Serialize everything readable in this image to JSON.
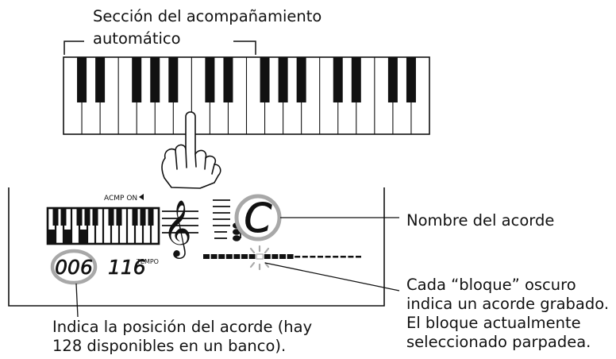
{
  "labels": {
    "section_line1": "Sección del acompañamiento",
    "section_line2": "automático",
    "chord_name": "Nombre del acorde",
    "block_line1": "Cada “bloque” oscuro",
    "block_line2": "indica un acorde grabado.",
    "block_line3": "El bloque actualmente",
    "block_line4": "seleccionado parpadea.",
    "position_line1": "Indica la posición del acorde (hay",
    "position_line2": "128 disponibles en un banco)."
  },
  "lcd": {
    "acmp_label": "ACMP ON",
    "acmp_arrow": "◀",
    "chord_position": "006",
    "tempo_value": "116",
    "tempo_label": "TEMPO",
    "chord_symbol": "C",
    "clef_glyph": "𝄞"
  },
  "icons": {
    "pointing_hand": "pointing-hand-icon",
    "treble_clef": "treble-clef-icon",
    "blinking_block": "blink-burst-icon"
  },
  "colors": {
    "ink": "#111111",
    "highlight_ring": "#a8a8a8"
  }
}
